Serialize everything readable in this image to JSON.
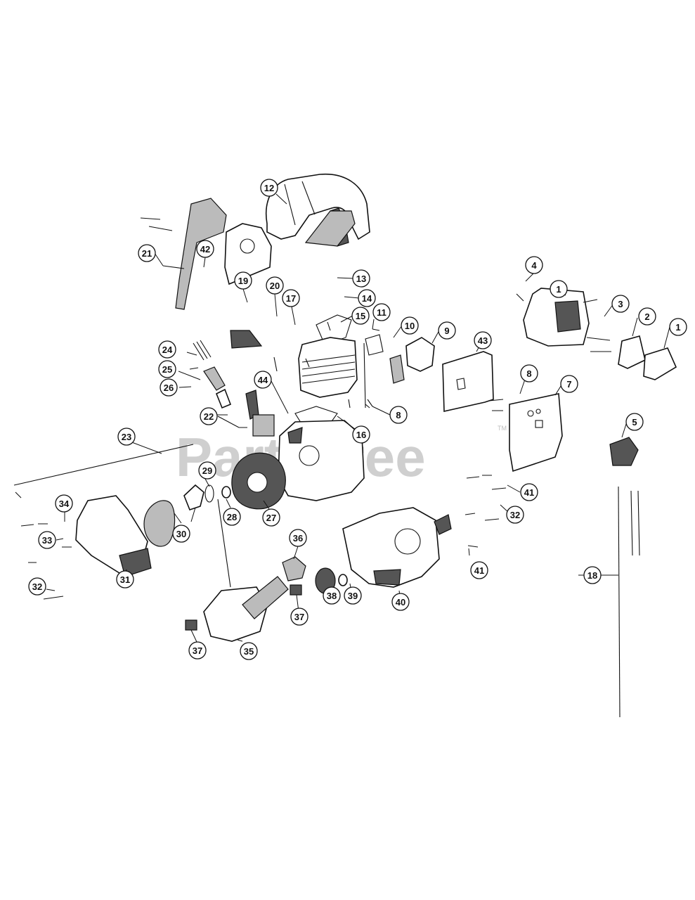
{
  "watermark": {
    "text": "PartsTree",
    "tm": "TM"
  },
  "callouts": {
    "c1a": "1",
    "c1b": "1",
    "c2": "2",
    "c3": "3",
    "c4": "4",
    "c5": "5",
    "c7": "7",
    "c8a": "8",
    "c8b": "8",
    "c9": "9",
    "c10": "10",
    "c11": "11",
    "c12": "12",
    "c13": "13",
    "c14": "14",
    "c15": "15",
    "c16": "16",
    "c17": "17",
    "c18": "18",
    "c19": "19",
    "c20": "20",
    "c21": "21",
    "c22": "22",
    "c23": "23",
    "c24": "24",
    "c25": "25",
    "c26": "26",
    "c27": "27",
    "c28": "28",
    "c29": "29",
    "c30": "30",
    "c31": "31",
    "c32a": "32",
    "c32b": "32",
    "c33": "33",
    "c34": "34",
    "c35": "35",
    "c36": "36",
    "c37a": "37",
    "c37b": "37",
    "c38": "38",
    "c39": "39",
    "c40": "40",
    "c41a": "41",
    "c41b": "41",
    "c42": "42",
    "c43": "43",
    "c44": "44"
  }
}
